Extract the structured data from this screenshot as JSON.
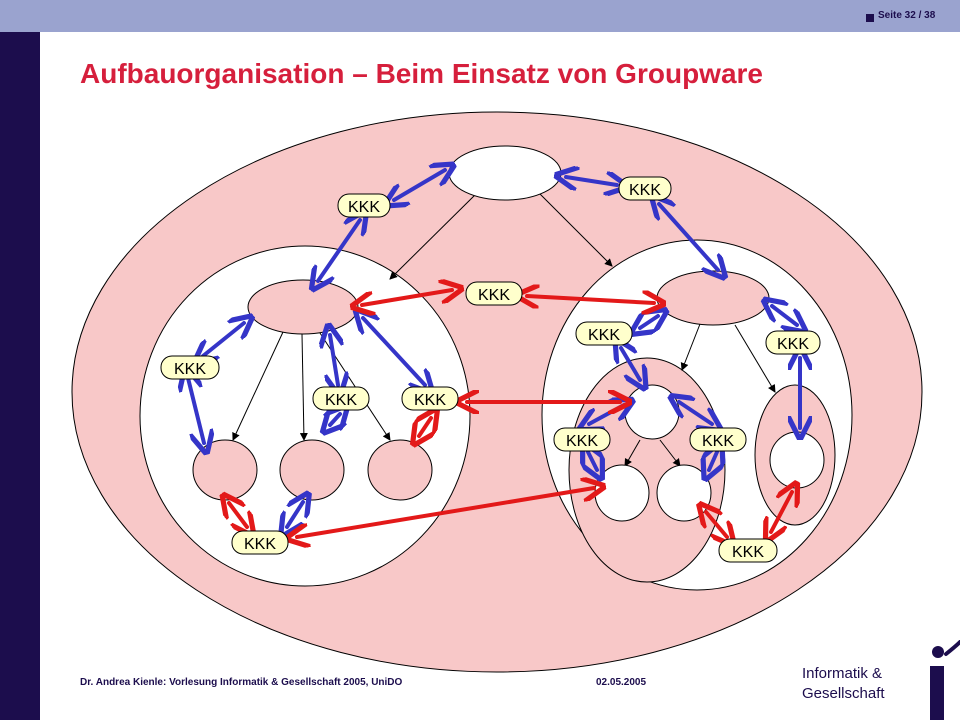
{
  "header": {
    "page_label": "Seite 32 / 38"
  },
  "slide": {
    "title": "Aufbauorganisation – Beim Einsatz von Groupware"
  },
  "diagram": {
    "node_label": "KKK",
    "colors": {
      "outer_fill": "#f8c8c8",
      "dept_fill": "#ffffff",
      "unit_fill": "#f8c8c8",
      "person_fill": "#ffffff",
      "label_fill": "#ffffcc",
      "blue_arrow": "#3535c8",
      "red_arrow": "#e31919"
    }
  },
  "footer": {
    "author_line": "Dr. Andrea Kienle: Vorlesung Informatik & Gesellschaft 2005, UniDO",
    "date": "02.05.2005",
    "org_line1": "Informatik &",
    "org_line2": "Gesellschaft"
  }
}
